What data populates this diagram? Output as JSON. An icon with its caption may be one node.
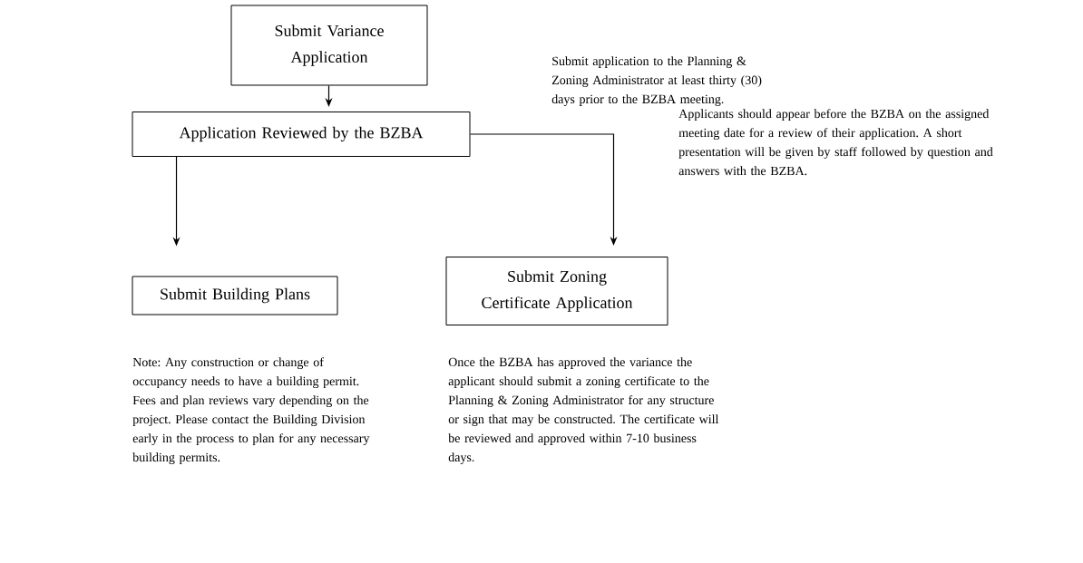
{
  "diagram": {
    "nodes": [
      {
        "text": [
          "Submit Variance Application"
        ]
      },
      {
        "text": [
          "Application Reviewed by the BZBA"
        ]
      },
      {
        "text": [
          "Submit Building Plans"
        ],
        "beside": [
          "Note: Any construction or change of occupancy needs to have a building permit. Fees and plan reviews vary depending on the project. Please contact the Building Division early in the process to plan for any necessary building permits."
        ]
      },
      {
        "text": [
          "Submit Zoning Certificate Application"
        ],
        "beside": [
          "Once the BZBA has approved the variance the applicant should submit a zoning certificate to the Planning & Zoning Administrator for any structure or sign that may be constructed. The certificate will be reviewed and approved within 7-10 business days."
        ]
      }
    ],
    "edges": [
      {
        "from": 0,
        "to": 1,
        "arrow": "to"
      },
      {
        "from": 1,
        "to": 2,
        "arrow": "to"
      },
      {
        "from": 1,
        "to": 3,
        "arrow": "to"
      }
    ],
    "labels": [
      "Submit application to the Planning & Zoning Administrator at least thirty (30) days prior to the BZBA meeting.",
      "Applicants should appear before the BZBA on the assigned meeting date for a review of their application. A short presentation will be given by staff followed by question and answers with the BZBA."
    ]
  }
}
